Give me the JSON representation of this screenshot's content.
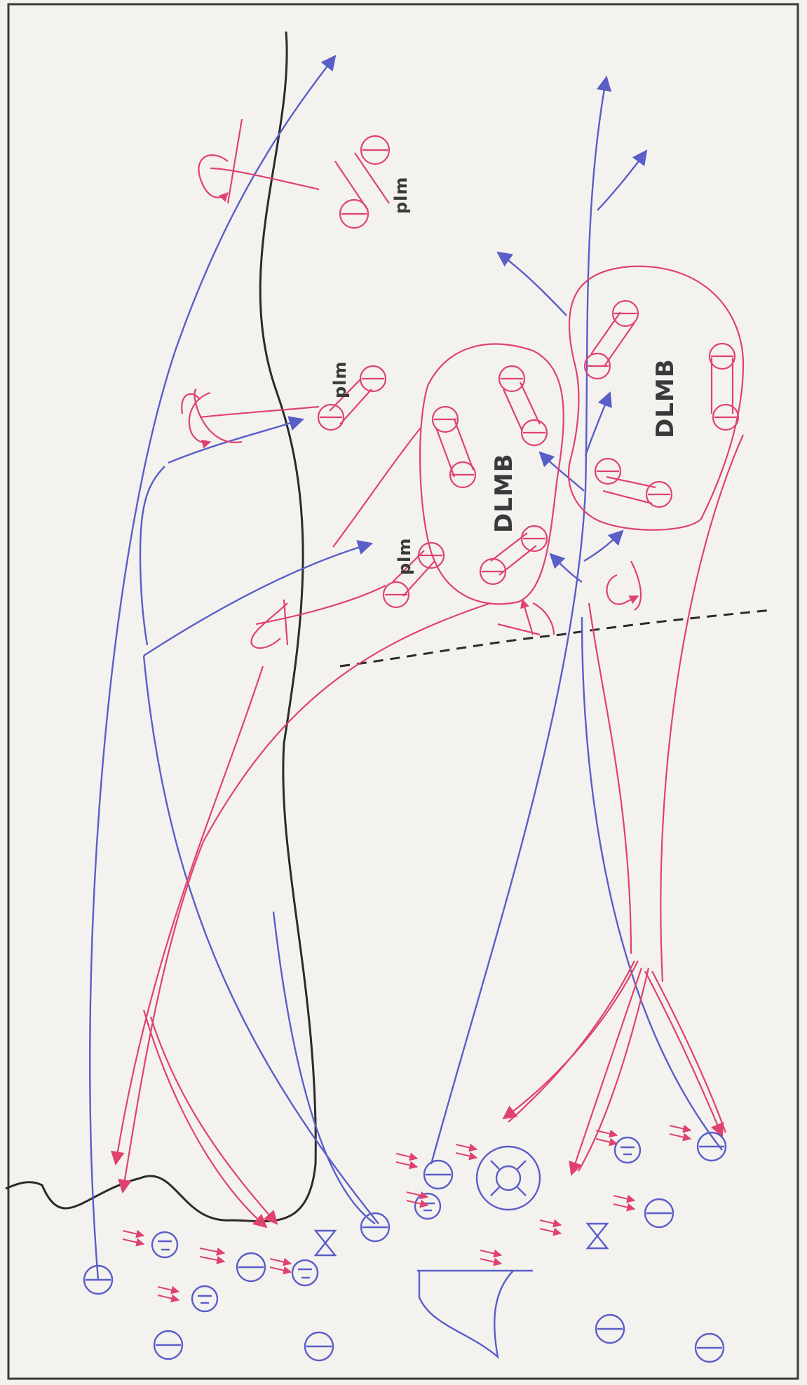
{
  "colors": {
    "paper": "#f3f2ef",
    "border": "#3a3a3a",
    "blue": "#5a5ec8",
    "red": "#e0426e",
    "black": "#2b2b2b"
  },
  "labels": {
    "dlmb_left": "DLMB",
    "dlmb_right": "DLMB",
    "plm_top": "plm",
    "plm_mid": "plm",
    "plm_low": "plm"
  },
  "icons": [
    "blue-neuron-circle",
    "red-neuron-circle",
    "arrow-head",
    "hourglass-cell",
    "large-ring-cell",
    "response-curve"
  ]
}
